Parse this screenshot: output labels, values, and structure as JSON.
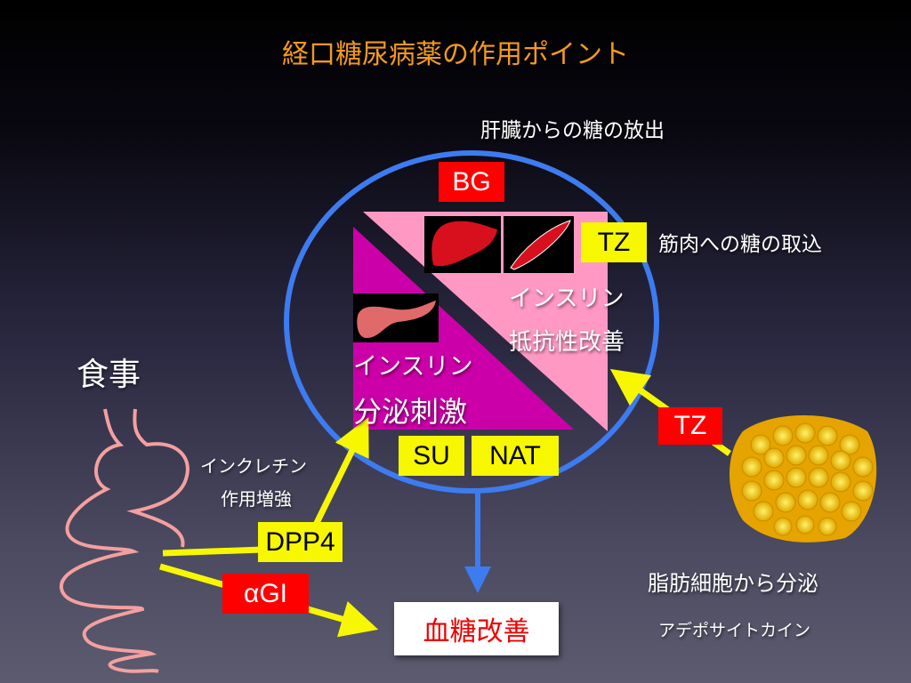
{
  "title": "経口糖尿病薬の作用ポイント",
  "liver_label": "肝臓からの糖の放出",
  "muscle_label": "筋肉への糖の取込",
  "fat_label": "脂肪細胞から分泌",
  "adipocytokine": "アデポサイトカイン",
  "meal": "食事",
  "incretin_line1": "インクレチン",
  "incretin_line2": "作用増強",
  "resistance_line1": "インスリン",
  "resistance_line2": "抵抗性改善",
  "secretion_line1": "インスリン",
  "secretion_line2": "分泌刺激",
  "drugs": {
    "bg": "BG",
    "tz_muscle": "TZ",
    "tz_fat": "TZ",
    "su": "SU",
    "nat": "NAT",
    "dpp4": "DPP4",
    "agi": "αGI"
  },
  "result": "血糖改善",
  "colors": {
    "title": "#f39a1e",
    "circle": "#3d7cf0",
    "pink": "#ff99c4",
    "magenta": "#cc00a8",
    "yellow": "#f7f700",
    "red": "#ff0000"
  }
}
